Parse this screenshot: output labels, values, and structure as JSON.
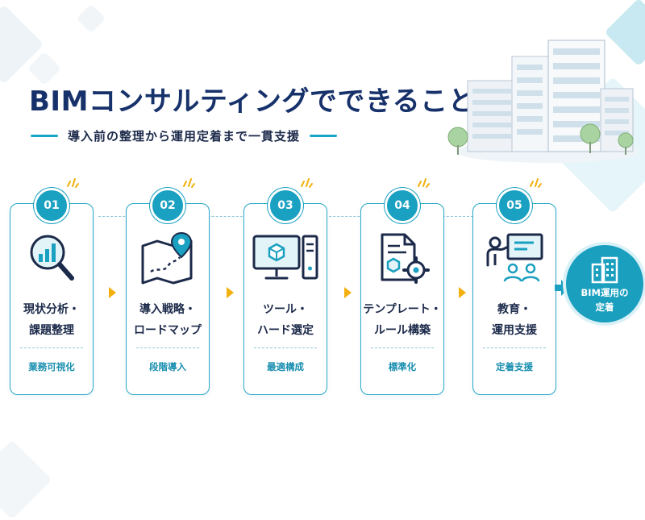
{
  "title": "BIMコンサルティングでできること",
  "subtitle": "導入前の整理から運用定着まで一貫支援",
  "colors": {
    "primary": "#1aa0c0",
    "navy": "#17326b",
    "accent": "#f2b10f"
  },
  "steps": [
    {
      "number": "01",
      "title": "現状分析・\n課題整理",
      "tag": "業務可視化",
      "icon": "magnifier-chart-icon"
    },
    {
      "number": "02",
      "title": "導入戦略・\nロードマップ",
      "tag": "段階導入",
      "icon": "map-pin-icon"
    },
    {
      "number": "03",
      "title": "ツール・\nハード選定",
      "tag": "最適構成",
      "icon": "computer-icon"
    },
    {
      "number": "04",
      "title": "テンプレート・\nルール構築",
      "tag": "標準化",
      "icon": "document-gear-icon"
    },
    {
      "number": "05",
      "title": "教育・\n運用支援",
      "tag": "定着支援",
      "icon": "training-icon"
    }
  ],
  "goal": {
    "label": "BIM運用の\n定着",
    "icon": "building-icon"
  }
}
